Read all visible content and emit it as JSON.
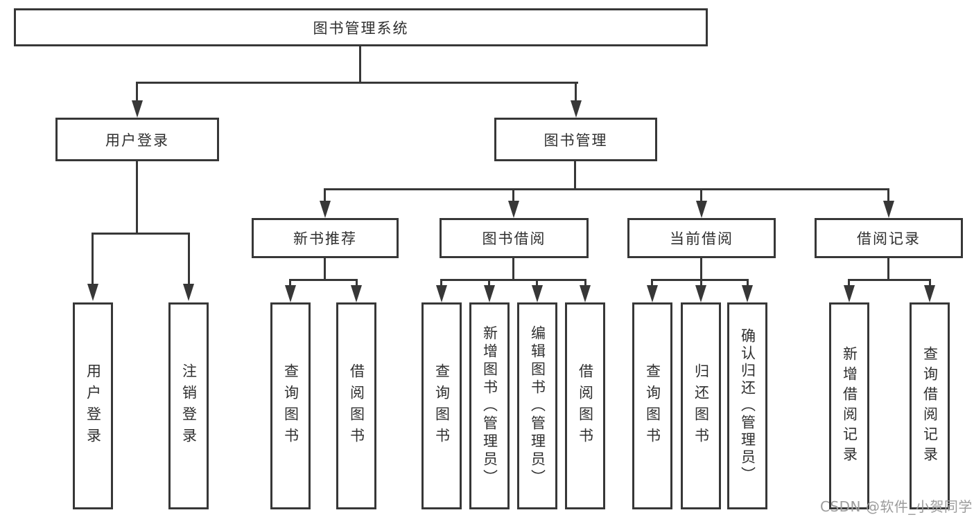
{
  "diagram": {
    "root": {
      "label": "图书管理系统"
    },
    "level1": [
      {
        "label": "用户登录"
      },
      {
        "label": "图书管理"
      }
    ],
    "level2": [
      {
        "label": "新书推荐"
      },
      {
        "label": "图书借阅"
      },
      {
        "label": "当前借阅"
      },
      {
        "label": "借阅记录"
      }
    ],
    "leaves": {
      "user_login": [
        "用户登录",
        "注销登录"
      ],
      "new_book_recommend": [
        "查询图书",
        "借阅图书"
      ],
      "book_borrow": [
        "查询图书",
        "新增图书（管理员）",
        "编辑图书（管理员）",
        "借阅图书"
      ],
      "current_borrow": [
        "查询图书",
        "归还图书",
        "确认归还（管理员）"
      ],
      "borrow_records": [
        "新增借阅记录",
        "查询借阅记录"
      ]
    }
  },
  "watermark": "CSDN @软件_小贺同学",
  "colors": {
    "line": "#373737",
    "text": "#2f2f2f",
    "watermark": "#9c9c9c",
    "background": "#ffffff"
  }
}
